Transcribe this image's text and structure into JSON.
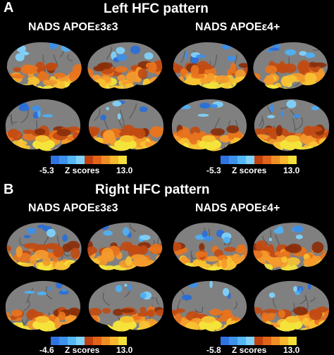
{
  "panels": [
    {
      "letter": "A",
      "title": "Left HFC pattern",
      "groups": [
        {
          "title": "NADS APOEε3ε3",
          "scale": {
            "min": "-5.3",
            "label": "Z scores",
            "max": "13.0"
          }
        },
        {
          "title": "NADS APOEε4+",
          "scale": {
            "min": "-5.3",
            "label": "Z scores",
            "max": "13.0"
          }
        }
      ]
    },
    {
      "letter": "B",
      "title": "Right HFC pattern",
      "groups": [
        {
          "title": "NADS APOEε3ε3",
          "scale": {
            "min": "-4.6",
            "label": "Z scores",
            "max": "13.0"
          }
        },
        {
          "title": "NADS APOEε4+",
          "scale": {
            "min": "-5.8",
            "label": "Z scores",
            "max": "13.0"
          }
        }
      ]
    }
  ],
  "colors": {
    "background": "#000000",
    "cortex": "#808080",
    "positive": [
      "#8a2f0a",
      "#c24b12",
      "#e8741d",
      "#f59a2b",
      "#f7c232",
      "#f4e43a"
    ],
    "negative": [
      "#2a6fd6",
      "#3d8fe8",
      "#4fb0f2",
      "#7fd1fa"
    ],
    "colorbar": [
      "#2f73e0",
      "#3d92ea",
      "#55b6f4",
      "#7fd3fb",
      "#c1420e",
      "#e2641a",
      "#f08e26",
      "#f7b82f",
      "#f3e03a"
    ]
  }
}
